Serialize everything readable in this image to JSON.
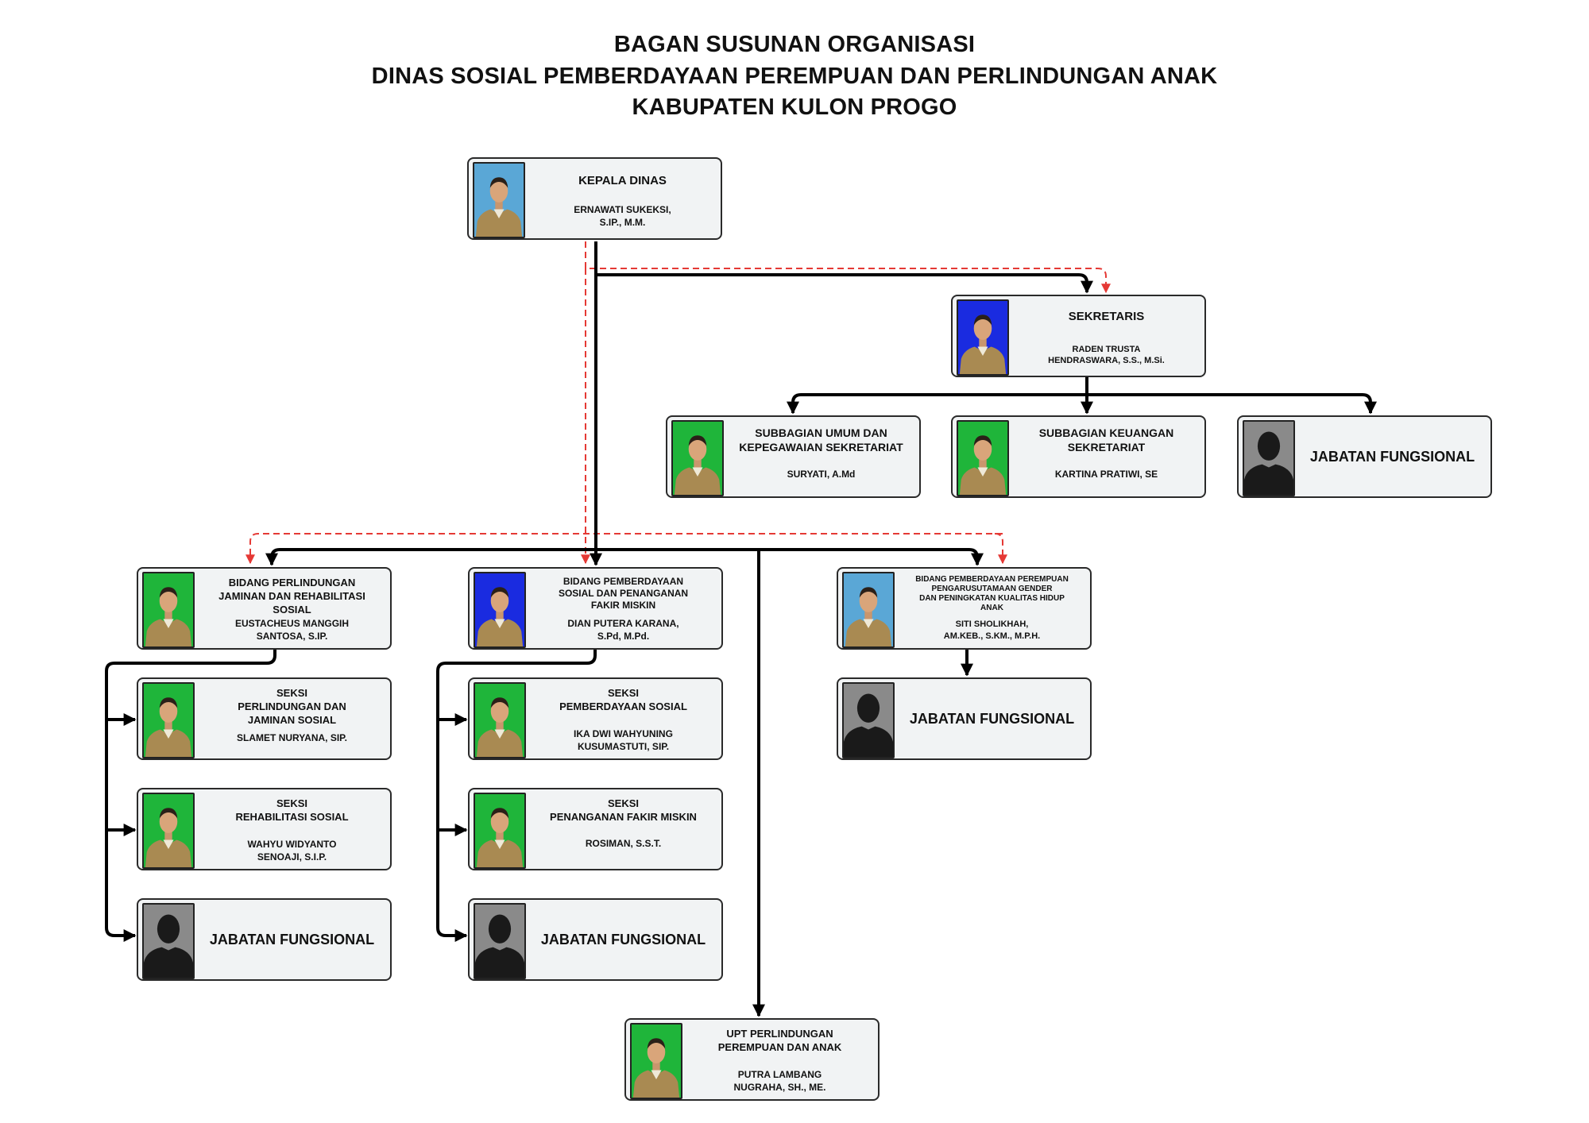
{
  "header": {
    "line1": "BAGAN SUSUNAN ORGANISASI",
    "line2": "DINAS SOSIAL PEMBERDAYAAN PEREMPUAN DAN PERLINDUNGAN ANAK",
    "line3": "KABUPATEN KULON PROGO"
  },
  "colors": {
    "line": "#000000",
    "dashed_line": "#e53935",
    "box_fill": "#f1f3f4",
    "photo_bg_green": "#1fb53a",
    "photo_bg_blue": "#1a2be0",
    "photo_bg_lightblue": "#5aa7d6",
    "photo_bg_gray": "#8a8a8a"
  },
  "nodes": {
    "kepala": {
      "position": [
        "KEPALA DINAS"
      ],
      "name": [
        "ERNAWATI SUKEKSI,",
        "S.IP., M.M."
      ],
      "photo_bg": "lightblue"
    },
    "sekretaris": {
      "position": [
        "SEKRETARIS"
      ],
      "name": [
        "RADEN TRUSTA",
        "HENDRASWARA, S.S., M.Si."
      ],
      "photo_bg": "blue"
    },
    "sub_umum": {
      "position": [
        "SUBBAGIAN UMUM DAN",
        "KEPEGAWAIAN SEKRETARIAT"
      ],
      "name": [
        "SURYATI, A.Md"
      ],
      "photo_bg": "green"
    },
    "sub_keuangan": {
      "position": [
        "SUBBAGIAN KEUANGAN",
        "SEKRETARIAT"
      ],
      "name": [
        "KARTINA PRATIWI, SE"
      ],
      "photo_bg": "green"
    },
    "fung_sekretariat": {
      "label": "JABATAN FUNGSIONAL"
    },
    "bidang_perlindungan": {
      "position": [
        "BIDANG PERLINDUNGAN",
        "JAMINAN DAN REHABILITASI",
        "SOSIAL"
      ],
      "name": [
        "EUSTACHEUS MANGGIH",
        "SANTOSA, S.IP."
      ],
      "photo_bg": "green"
    },
    "bidang_pemberdayaan_sosial": {
      "position": [
        "BIDANG PEMBERDAYAAN",
        "SOSIAL DAN PENANGANAN",
        "FAKIR MISKIN"
      ],
      "name": [
        "DIAN PUTERA KARANA,",
        "S.Pd, M.Pd."
      ],
      "photo_bg": "blue"
    },
    "bidang_pemberdayaan_perempuan": {
      "position": [
        "BIDANG PEMBERDAYAAN PEREMPUAN",
        "PENGARUSUTAMAAN GENDER",
        "DAN PENINGKATAN  KUALITAS HIDUP",
        "ANAK"
      ],
      "name": [
        "SITI SHOLIKHAH,",
        "AM.KEB., S.KM., M.P.H."
      ],
      "photo_bg": "lightblue"
    },
    "seksi_perlindungan": {
      "position": [
        "SEKSI",
        "PERLINDUNGAN DAN",
        "JAMINAN SOSIAL"
      ],
      "name": [
        "SLAMET NURYANA, SIP."
      ],
      "photo_bg": "green"
    },
    "seksi_pemberdayaan_sosial": {
      "position": [
        "SEKSI",
        "PEMBERDAYAAN SOSIAL"
      ],
      "name": [
        "IKA DWI WAHYUNING",
        "KUSUMASTUTI, SIP."
      ],
      "photo_bg": "green"
    },
    "fung_perempuan": {
      "label": "JABATAN FUNGSIONAL"
    },
    "seksi_rehabilitasi": {
      "position": [
        "SEKSI",
        "REHABILITASI SOSIAL"
      ],
      "name": [
        "WAHYU WIDYANTO",
        "SENOAJI, S.I.P."
      ],
      "photo_bg": "green"
    },
    "seksi_fakir_miskin": {
      "position": [
        "SEKSI",
        "PENANGANAN FAKIR MISKIN"
      ],
      "name": [
        "ROSIMAN, S.S.T."
      ],
      "photo_bg": "green"
    },
    "fung_perlindungan": {
      "label": "JABATAN FUNGSIONAL"
    },
    "fung_pemberdayaan_sosial": {
      "label": "JABATAN FUNGSIONAL"
    },
    "upt": {
      "position": [
        "UPT PERLINDUNGAN",
        "PEREMPUAN DAN ANAK"
      ],
      "name": [
        "PUTRA LAMBANG",
        "NUGRAHA, SH., ME."
      ],
      "photo_bg": "green"
    }
  }
}
